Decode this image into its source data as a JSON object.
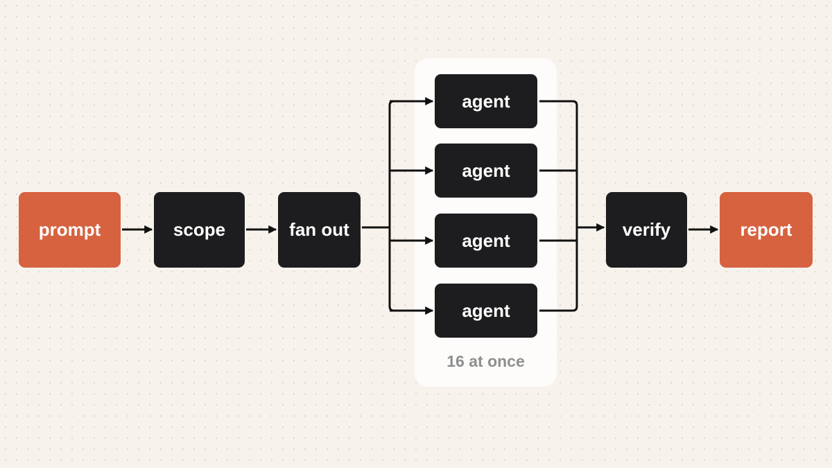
{
  "colors": {
    "background": "#f7f3ec",
    "accent_node": "#d6623f",
    "dark_node": "#1d1d1f",
    "connector": "#111111",
    "group_panel": "#fdfcfa",
    "caption": "#8f8f8f"
  },
  "nodes": {
    "prompt": "prompt",
    "scope": "scope",
    "fan_out": "fan out",
    "agents": [
      "agent",
      "agent",
      "agent",
      "agent"
    ],
    "verify": "verify",
    "report": "report"
  },
  "group": {
    "caption": "16 at once"
  }
}
